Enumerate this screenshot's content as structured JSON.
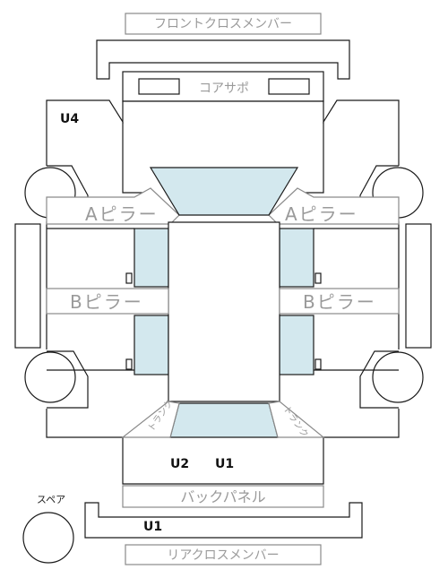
{
  "labels": {
    "front_cross_member": "フロントクロスメンバー",
    "core_support": "コアサポ",
    "a_pillar_left": "Aピラー",
    "a_pillar_right": "Aピラー",
    "b_pillar_left": "Bピラー",
    "b_pillar_right": "Bピラー",
    "back_panel": "バックパネル",
    "rear_cross_member": "リアクロスメンバー",
    "spare": "スペア",
    "u4": "U4",
    "u2": "U2",
    "u1_center": "U1",
    "u1_bottom": "U1",
    "trunk_left": "トランク",
    "trunk_right": "トランク"
  },
  "colors": {
    "glass": "#d3e8ee",
    "line": "#1a1a1a",
    "label_gray": "#9a9a9a"
  }
}
